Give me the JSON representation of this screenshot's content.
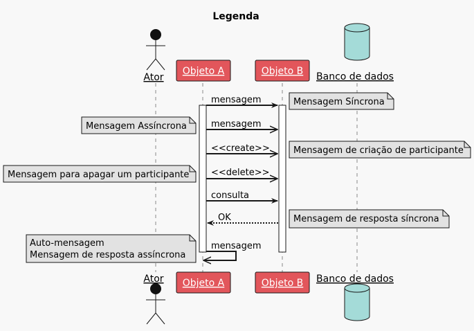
{
  "title": "Legenda",
  "participants": [
    {
      "id": "ator",
      "label": "Ator",
      "kind": "actor"
    },
    {
      "id": "a",
      "label": "Objeto A",
      "kind": "box"
    },
    {
      "id": "b",
      "label": "Objeto B",
      "kind": "box"
    },
    {
      "id": "db",
      "label": "Banco de dados",
      "kind": "database"
    }
  ],
  "messages": [
    {
      "from": "a",
      "to": "b",
      "label": "mensagem",
      "style": "sync"
    },
    {
      "from": "a",
      "to": "b",
      "label": "mensagem",
      "style": "async"
    },
    {
      "from": "a",
      "to": "b",
      "label": "<<create>>",
      "style": "async"
    },
    {
      "from": "a",
      "to": "b",
      "label": "<<delete>>",
      "style": "async"
    },
    {
      "from": "a",
      "to": "b",
      "label": "consulta",
      "style": "sync"
    },
    {
      "from": "b",
      "to": "a",
      "label": "OK",
      "style": "reply"
    },
    {
      "from": "a",
      "to": "a",
      "label": "mensagem",
      "style": "self"
    }
  ],
  "notes": [
    {
      "lines": [
        "Mensagem Síncrona"
      ]
    },
    {
      "lines": [
        "Mensagem Assíncrona"
      ]
    },
    {
      "lines": [
        "Mensagem de criação de participante"
      ]
    },
    {
      "lines": [
        "Mensagem para apagar um participante"
      ]
    },
    {
      "lines": [
        "Mensagem de resposta síncrona"
      ]
    },
    {
      "lines": [
        "Auto-mensagem",
        "Mensagem de resposta assíncrona"
      ]
    }
  ],
  "colors": {
    "background": "#f8f8f8",
    "participant_fill": "#e2565b",
    "participant_border": "#181818",
    "participant_text": "#ffffff",
    "database_fill": "#a4dbd8",
    "note_fill": "#e2e2e2",
    "line": "#181818",
    "lifeline": "#888888",
    "actor_head": "#111111"
  }
}
